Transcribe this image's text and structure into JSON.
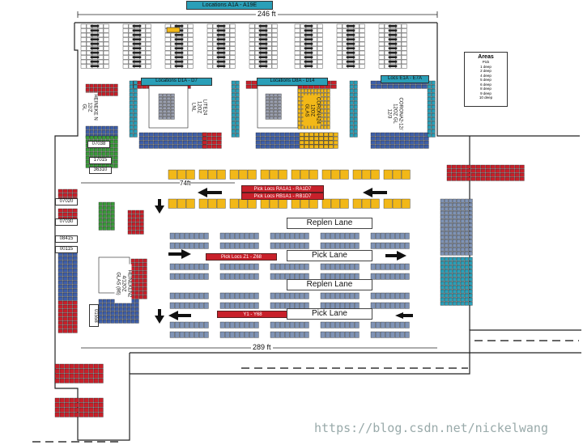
{
  "title": "Locations A1A - A19E",
  "dimensions": {
    "top": "246 ft",
    "middle": "74ft",
    "bottom": "289 ft"
  },
  "section_labels": {
    "d1": "Locations D1A - D7",
    "d2": "Locations D8A - D14",
    "e": "Locs E1A - E7A"
  },
  "product_labels": {
    "heineken_top": "HEINEKE N\n12/Z\nGL",
    "lite": "LITE24\n12OZ\nLNL",
    "corona24": "CORONA24\n12OZ\nGLAS",
    "corona_right": "CORONA2-12/\n12OZ GL\n12/3",
    "heineken_mid": "HEINEKEN2\n4/12OZ\nGLAS (86)"
  },
  "item_codes": {
    "c07038": "07038",
    "c17015": "17015",
    "c36310": "36310",
    "c07020": "07020",
    "c07030": "07030",
    "c08415": "08415",
    "c00115": "00115",
    "c01558": "01558"
  },
  "pick_locs": {
    "ra": "Pick Locs RA1A1 - RA1D7",
    "rb": "Pick Locs RB1A1 - RB1D7",
    "z": "Pick Locs Z1 - Z68",
    "y": "Y1 - Y68"
  },
  "lanes": {
    "replen1": "Replen Lane",
    "pick1": "Pick Lane",
    "replen2": "Replen Lane",
    "pick2": "Pick Lane"
  },
  "legend": {
    "title": "Areas",
    "items": [
      "Pick",
      "1 deep",
      "2 deep",
      "4 deep",
      "5 deep",
      "6 deep",
      "8 deep",
      "9 deep",
      "10 deep"
    ]
  },
  "watermark": "https://blog.csdn.net/nickelwang",
  "colors": {
    "blue": "#3f5fa8",
    "red": "#c8202a",
    "yellow": "#f2b818",
    "green": "#3a9a3a",
    "teal": "#2a9fb8",
    "slate": "#7f93b5"
  }
}
